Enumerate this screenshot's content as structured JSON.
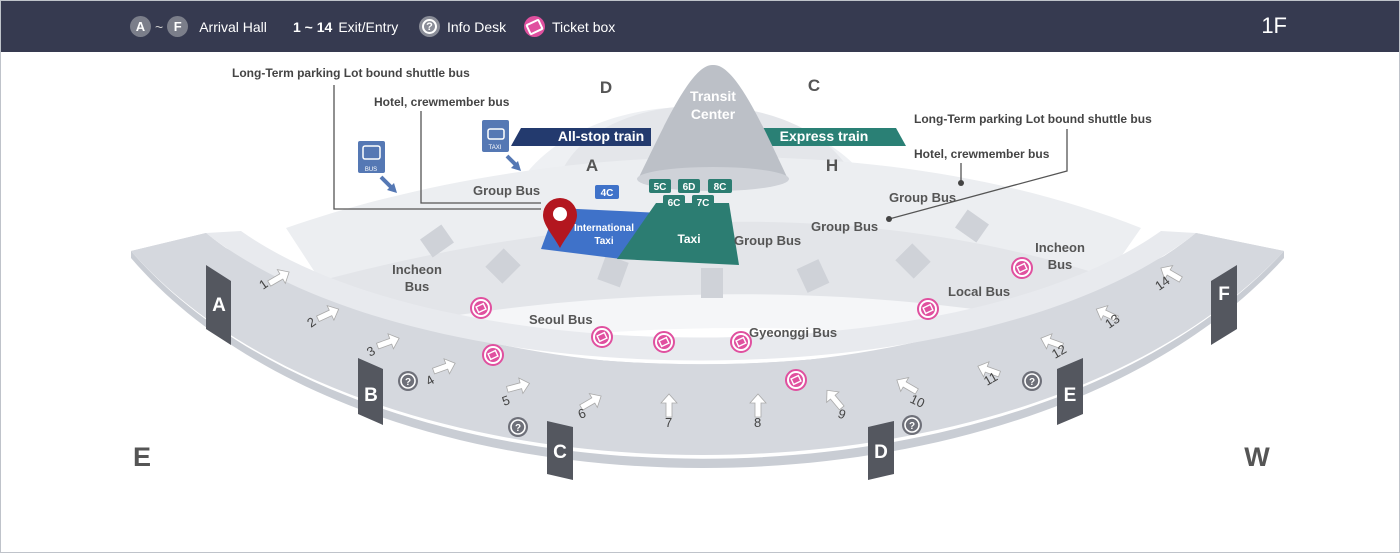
{
  "legend": {
    "gate_from": "A",
    "gate_sep": "~",
    "gate_to": "F",
    "gate_text": "Arrival Hall",
    "exit_range": "1 ~ 14",
    "exit_text": "Exit/Entry",
    "info_text": "Info Desk",
    "ticket_text": "Ticket box",
    "floor": "1F"
  },
  "map": {
    "transit_center": [
      "Transit",
      "Center"
    ],
    "all_stop_train": "All-stop train",
    "express_train": "Express train",
    "area_labels": {
      "d": "D",
      "c": "C",
      "a": "A",
      "h": "H"
    },
    "long_term_left": "Long-Term parking Lot bound shuttle bus",
    "hotel_left": "Hotel, crewmember bus",
    "long_term_right": "Long-Term parking Lot bound shuttle bus",
    "hotel_right": "Hotel, crewmember bus",
    "group_bus_left": "Group Bus",
    "group_bus_mid": "Group Bus",
    "group_bus_right1": "Group Bus",
    "group_bus_right2": "Group Bus",
    "international_taxi": [
      "International",
      "Taxi"
    ],
    "taxi": "Taxi",
    "taxi_icon_text": "TAXI",
    "bus_icon_text": "BUS",
    "incheon_bus_left": [
      "Incheon",
      "Bus"
    ],
    "incheon_bus_right": [
      "Incheon",
      "Bus"
    ],
    "seoul_bus": "Seoul Bus",
    "gyeonggi_bus": "Gyeonggi Bus",
    "local_bus": "Local Bus",
    "stop_signs": [
      "4C",
      "5C",
      "6D",
      "8C",
      "6C",
      "7C"
    ],
    "gates": [
      "A",
      "B",
      "C",
      "D",
      "E",
      "F"
    ],
    "exits": [
      "1",
      "2",
      "3",
      "4",
      "5",
      "6",
      "7",
      "8",
      "9",
      "10",
      "11",
      "12",
      "13",
      "14"
    ],
    "direction_east": "E",
    "direction_west": "W"
  },
  "colors": {
    "header_bg": "#363a50",
    "gate_marker": "#54575f",
    "terminal_arc": "#d5d8de",
    "all_stop_train": "#233a6e",
    "express_train": "#2a8075",
    "international_taxi": "#3f72c9",
    "taxi": "#2c7d72",
    "ticket_box": "#e0509f",
    "info_desk": "#6e7079",
    "location_pin": "#b3161f"
  }
}
